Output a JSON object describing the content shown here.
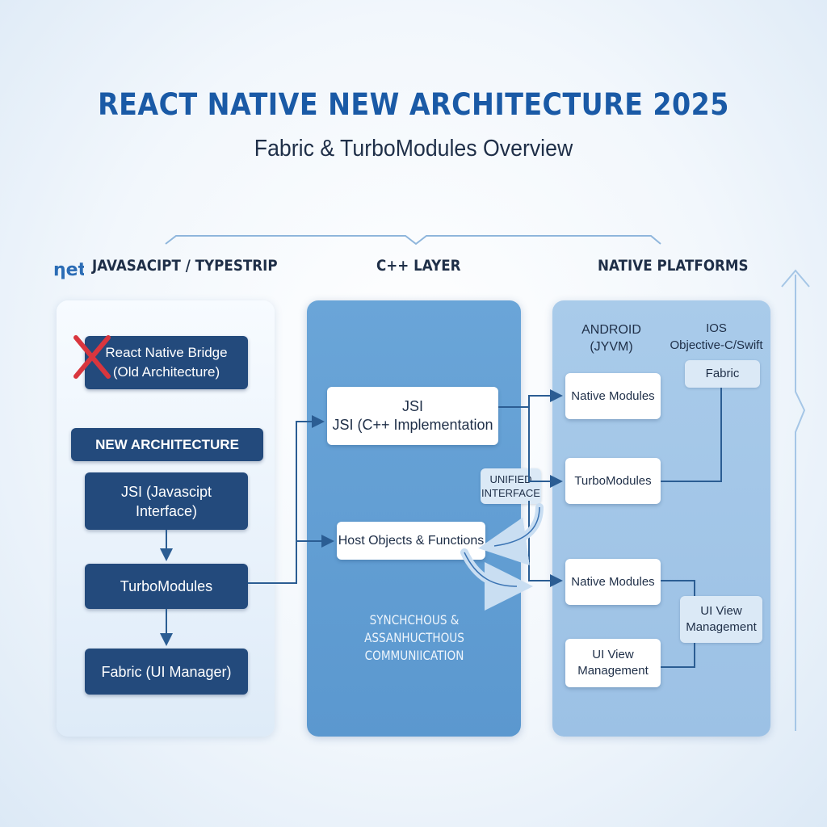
{
  "title": "REACT NATIVE NEW ARCHITECTURE 2025",
  "subtitle": "Fabric & TurboModules Overview",
  "columns": {
    "js": "JAVASACIPT / TYPESTRIP",
    "cpp": "C++ LAYER",
    "native": "NATIVE PLATFORMS"
  },
  "js_panel": {
    "bridge": "React Native Bridge\n(Old Architecture)",
    "new_arch": "NEW ARCHITECTURE",
    "jsi": "JSI (Javascipt\nInterface)",
    "turbomodules": "TurboModules",
    "fabric": "Fabric (UI Manager)"
  },
  "cpp_panel": {
    "jsi": "JSI\nJSI (C++ Implementation",
    "host_objects": "Host Objects & Functions",
    "unified": "UNIFIED\nINTERFACE",
    "communication": "SYNCHCHOUS &\nASSANHUCTHOUS\nCOMMUNIICATION"
  },
  "native_panel": {
    "android": "ANDROID\n(JYVM)",
    "ios": "IOS\nObjective-C/Swift",
    "fabric": "Fabric",
    "native_modules_1": "Native Modules",
    "turbomodules": "TurboModules",
    "native_modules_2": "Native Modules",
    "ui_view_1": "UI View\nManagement",
    "ui_view_2": "UI View\nManagement"
  },
  "colors": {
    "title": "#1a5aa6",
    "dark_box": "#234a7c",
    "cpp_panel": "#5b98cf",
    "native_panel": "#9cc1e5",
    "connector": "#2b5d93"
  },
  "icons": [
    "react-logo-icon",
    "cross-mark-icon"
  ]
}
